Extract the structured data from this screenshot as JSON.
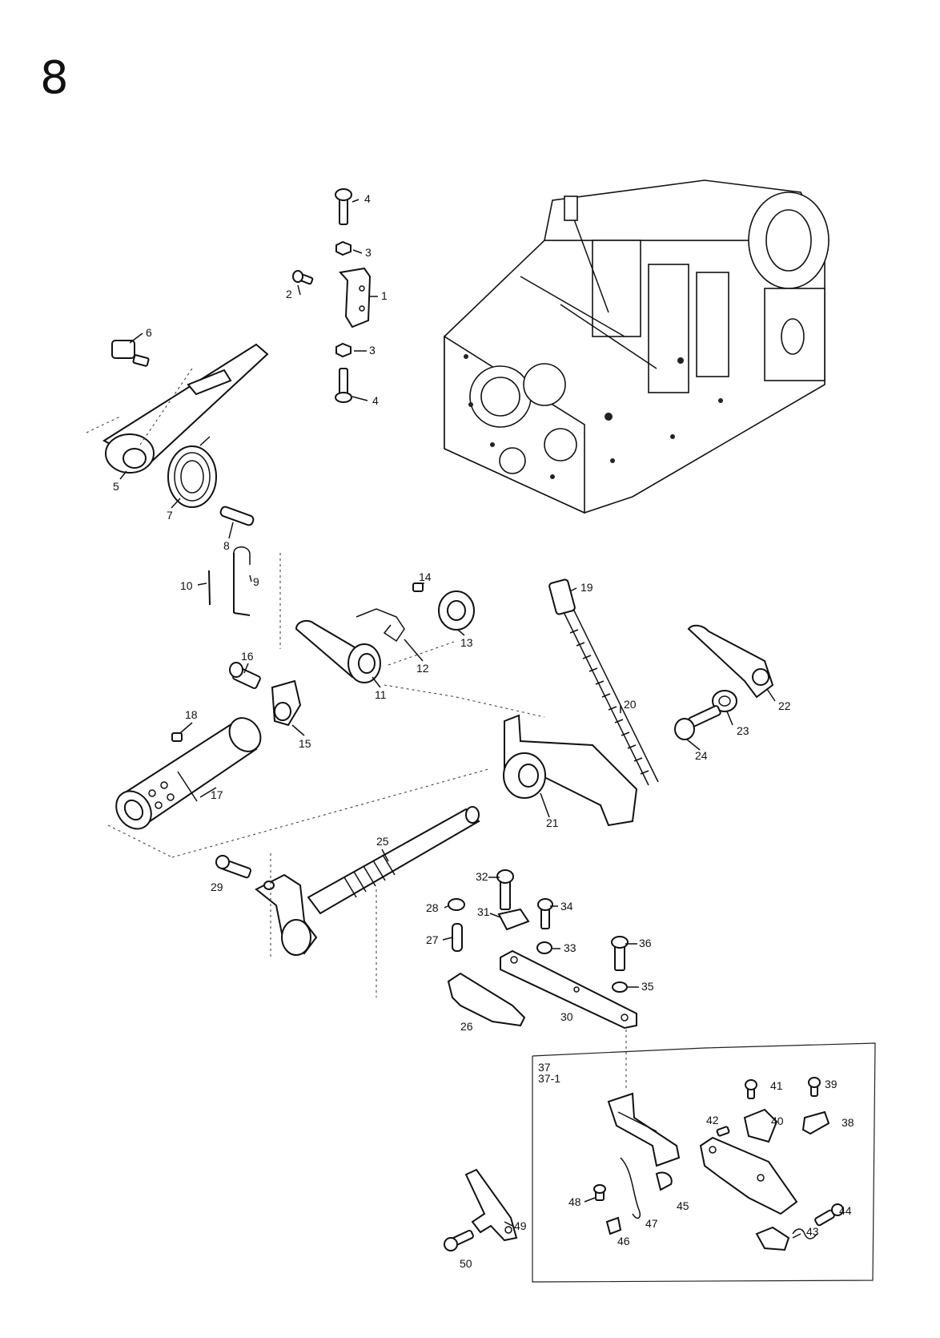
{
  "page": {
    "number": "8"
  },
  "inset": {
    "label_line1": "37",
    "label_line2": "37-1"
  },
  "callouts": [
    {
      "id": "1",
      "text": "1"
    },
    {
      "id": "2",
      "text": "2"
    },
    {
      "id": "3a",
      "text": "3"
    },
    {
      "id": "3b",
      "text": "3"
    },
    {
      "id": "4a",
      "text": "4"
    },
    {
      "id": "4b",
      "text": "4"
    },
    {
      "id": "5",
      "text": "5"
    },
    {
      "id": "6",
      "text": "6"
    },
    {
      "id": "7",
      "text": "7"
    },
    {
      "id": "8",
      "text": "8"
    },
    {
      "id": "9",
      "text": "9"
    },
    {
      "id": "10",
      "text": "10"
    },
    {
      "id": "11",
      "text": "11"
    },
    {
      "id": "12",
      "text": "12"
    },
    {
      "id": "13",
      "text": "13"
    },
    {
      "id": "14",
      "text": "14"
    },
    {
      "id": "15",
      "text": "15"
    },
    {
      "id": "16",
      "text": "16"
    },
    {
      "id": "17",
      "text": "17"
    },
    {
      "id": "18",
      "text": "18"
    },
    {
      "id": "19",
      "text": "19"
    },
    {
      "id": "20",
      "text": "20"
    },
    {
      "id": "21",
      "text": "21"
    },
    {
      "id": "22",
      "text": "22"
    },
    {
      "id": "23",
      "text": "23"
    },
    {
      "id": "24",
      "text": "24"
    },
    {
      "id": "25",
      "text": "25"
    },
    {
      "id": "26",
      "text": "26"
    },
    {
      "id": "27",
      "text": "27"
    },
    {
      "id": "28",
      "text": "28"
    },
    {
      "id": "29",
      "text": "29"
    },
    {
      "id": "30",
      "text": "30"
    },
    {
      "id": "31",
      "text": "31"
    },
    {
      "id": "32",
      "text": "32"
    },
    {
      "id": "33",
      "text": "33"
    },
    {
      "id": "34",
      "text": "34"
    },
    {
      "id": "35",
      "text": "35"
    },
    {
      "id": "36",
      "text": "36"
    },
    {
      "id": "38",
      "text": "38"
    },
    {
      "id": "39",
      "text": "39"
    },
    {
      "id": "40",
      "text": "40"
    },
    {
      "id": "41",
      "text": "41"
    },
    {
      "id": "42",
      "text": "42"
    },
    {
      "id": "43",
      "text": "43"
    },
    {
      "id": "44",
      "text": "44"
    },
    {
      "id": "45",
      "text": "45"
    },
    {
      "id": "46",
      "text": "46"
    },
    {
      "id": "47",
      "text": "47"
    },
    {
      "id": "48",
      "text": "48"
    },
    {
      "id": "49",
      "text": "49"
    },
    {
      "id": "50",
      "text": "50"
    }
  ]
}
